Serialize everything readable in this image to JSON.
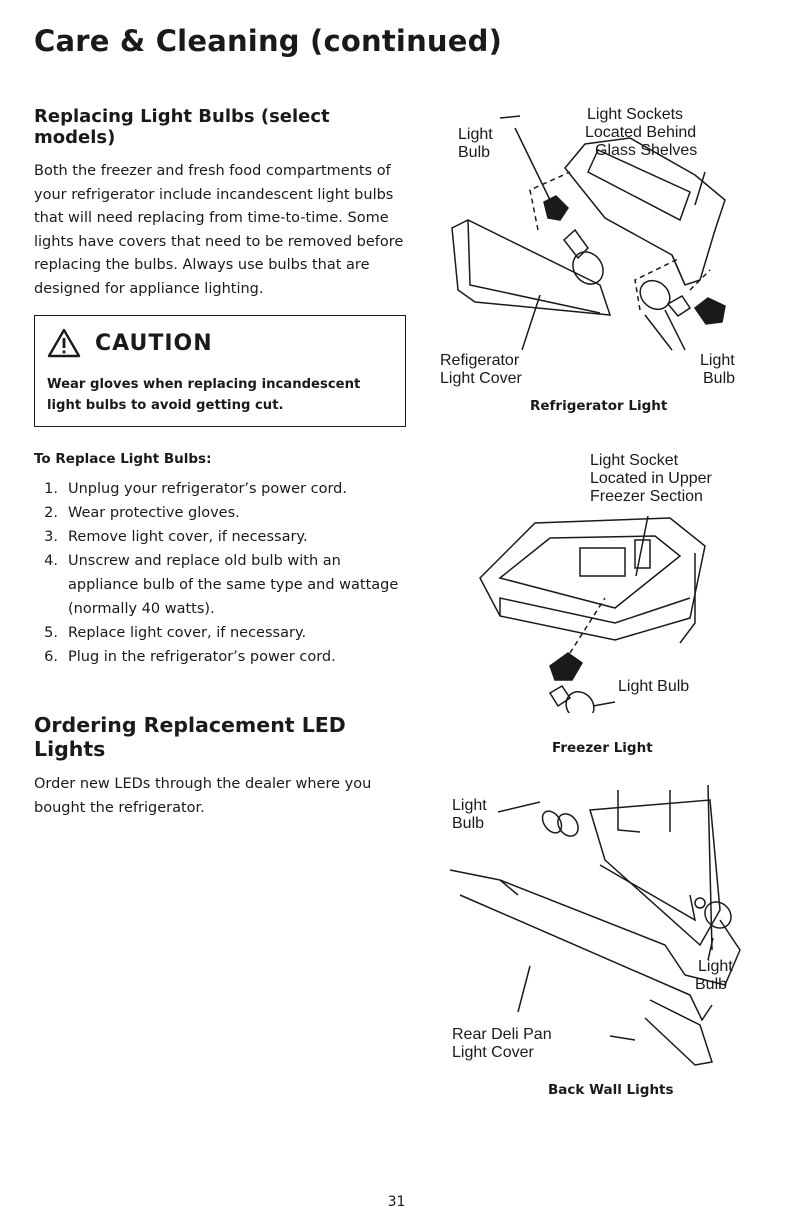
{
  "page_title": "Care & Cleaning (continued)",
  "section1": {
    "heading": "Replacing Light Bulbs (select models)",
    "body": "Both the freezer and fresh food compartments of your refrigerator include incandescent light bulbs that will need replacing from time-to-time. Some lights have covers that need to be removed before replacing the bulbs. Always use bulbs that are designed for appliance lighting."
  },
  "caution": {
    "title": "CAUTION",
    "text": "Wear gloves when replacing incandescent light bulbs to avoid getting cut."
  },
  "steps": {
    "heading": "To Replace Light Bulbs:",
    "items": [
      {
        "num": "1.",
        "text": "Unplug your refrigerator’s power cord."
      },
      {
        "num": "2.",
        "text": "Wear protective gloves."
      },
      {
        "num": "3.",
        "text": "Remove light cover, if necessary."
      },
      {
        "num": "4.",
        "text": "Unscrew and replace old bulb with an appliance bulb of the same type and wattage (normally 40 watts)."
      },
      {
        "num": "5.",
        "text": "Replace light cover, if necessary."
      },
      {
        "num": "6.",
        "text": "Plug in the refrigerator’s power cord."
      }
    ]
  },
  "section2": {
    "heading": "Ordering Replacement LED Lights",
    "body": "Order new LEDs through the dealer where you bought the refrigerator."
  },
  "figures": {
    "refrigerator": {
      "caption": "Refrigerator Light",
      "label_bulb_top_1": "Light",
      "label_bulb_top_2": "Bulb",
      "label_sockets_1": "Light Sockets",
      "label_sockets_2": "Located Behind",
      "label_sockets_3": "Glass Shelves",
      "label_cover_1": "Refigerator",
      "label_cover_2": "Light Cover",
      "label_bulb_bottom_1": "Light",
      "label_bulb_bottom_2": "Bulb"
    },
    "freezer": {
      "caption": "Freezer Light",
      "label_socket_1": "Light Socket",
      "label_socket_2": "Located in Upper",
      "label_socket_3": "Freezer Section",
      "label_bulb": "Light Bulb"
    },
    "backwall": {
      "caption": "Back Wall Lights",
      "label_bulb_left_1": "Light",
      "label_bulb_left_2": "Bulb",
      "label_bulb_right_1": "Light",
      "label_bulb_right_2": "Bulb",
      "label_cover_1": "Rear Deli Pan",
      "label_cover_2": "Light Cover"
    }
  },
  "page_number": "31"
}
